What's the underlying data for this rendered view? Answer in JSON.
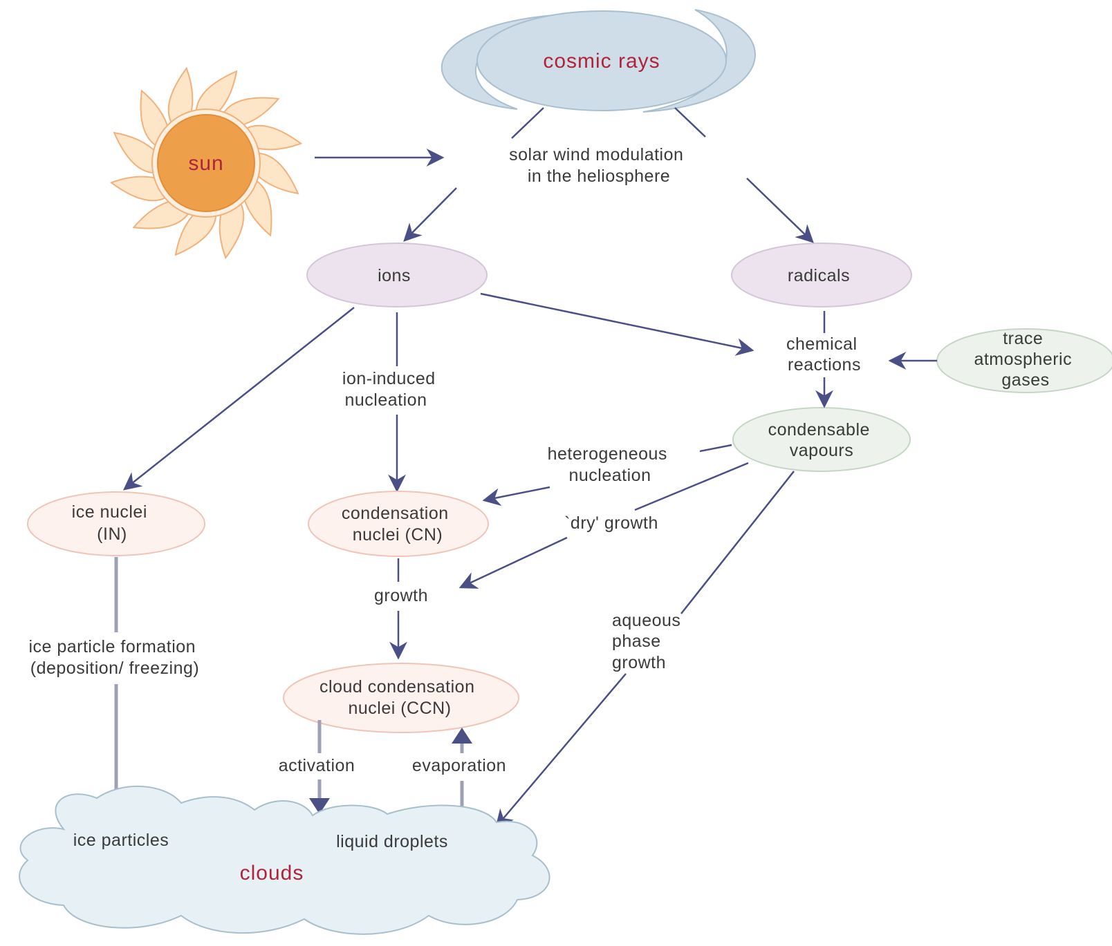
{
  "nodes": {
    "cosmic_rays": "cosmic rays",
    "sun": "sun",
    "solar_wind": [
      "solar wind modulation",
      "in the heliosphere"
    ],
    "ions": "ions",
    "radicals": "radicals",
    "chemical_reactions": [
      "chemical",
      "reactions"
    ],
    "trace_gases": [
      "trace",
      "atmospheric",
      "gases"
    ],
    "condensable_vapours": [
      "condensable",
      "vapours"
    ],
    "ice_nuclei": [
      "ice nuclei",
      "(IN)"
    ],
    "condensation_nuclei": [
      "condensation",
      "nuclei (CN)"
    ],
    "ccn": [
      "cloud condensation",
      "nuclei (CCN)"
    ],
    "ice_particles": "ice particles",
    "liquid_droplets": "liquid droplets",
    "clouds": "clouds"
  },
  "edge_labels": {
    "ion_induced": [
      "ion-induced",
      "nucleation"
    ],
    "heterogeneous": [
      "heterogeneous",
      "nucleation"
    ],
    "dry_growth": "`dry' growth",
    "growth": "growth",
    "aqueous": [
      "aqueous",
      "phase",
      "growth"
    ],
    "ice_formation": [
      "ice particle formation",
      "(deposition/ freezing)"
    ],
    "activation": "activation",
    "evaporation": "evaporation"
  },
  "colors": {
    "label_accent": "#b0243a",
    "arrow": "#4a4f86",
    "cosmic_fill": "#cfdde8",
    "sun_fill": "#ee9f4a",
    "purple_fill": "#ece3ee",
    "green_fill": "#edf3ec",
    "pink_fill": "#fdf2ee",
    "cloud_fill": "#e6f0f5"
  }
}
